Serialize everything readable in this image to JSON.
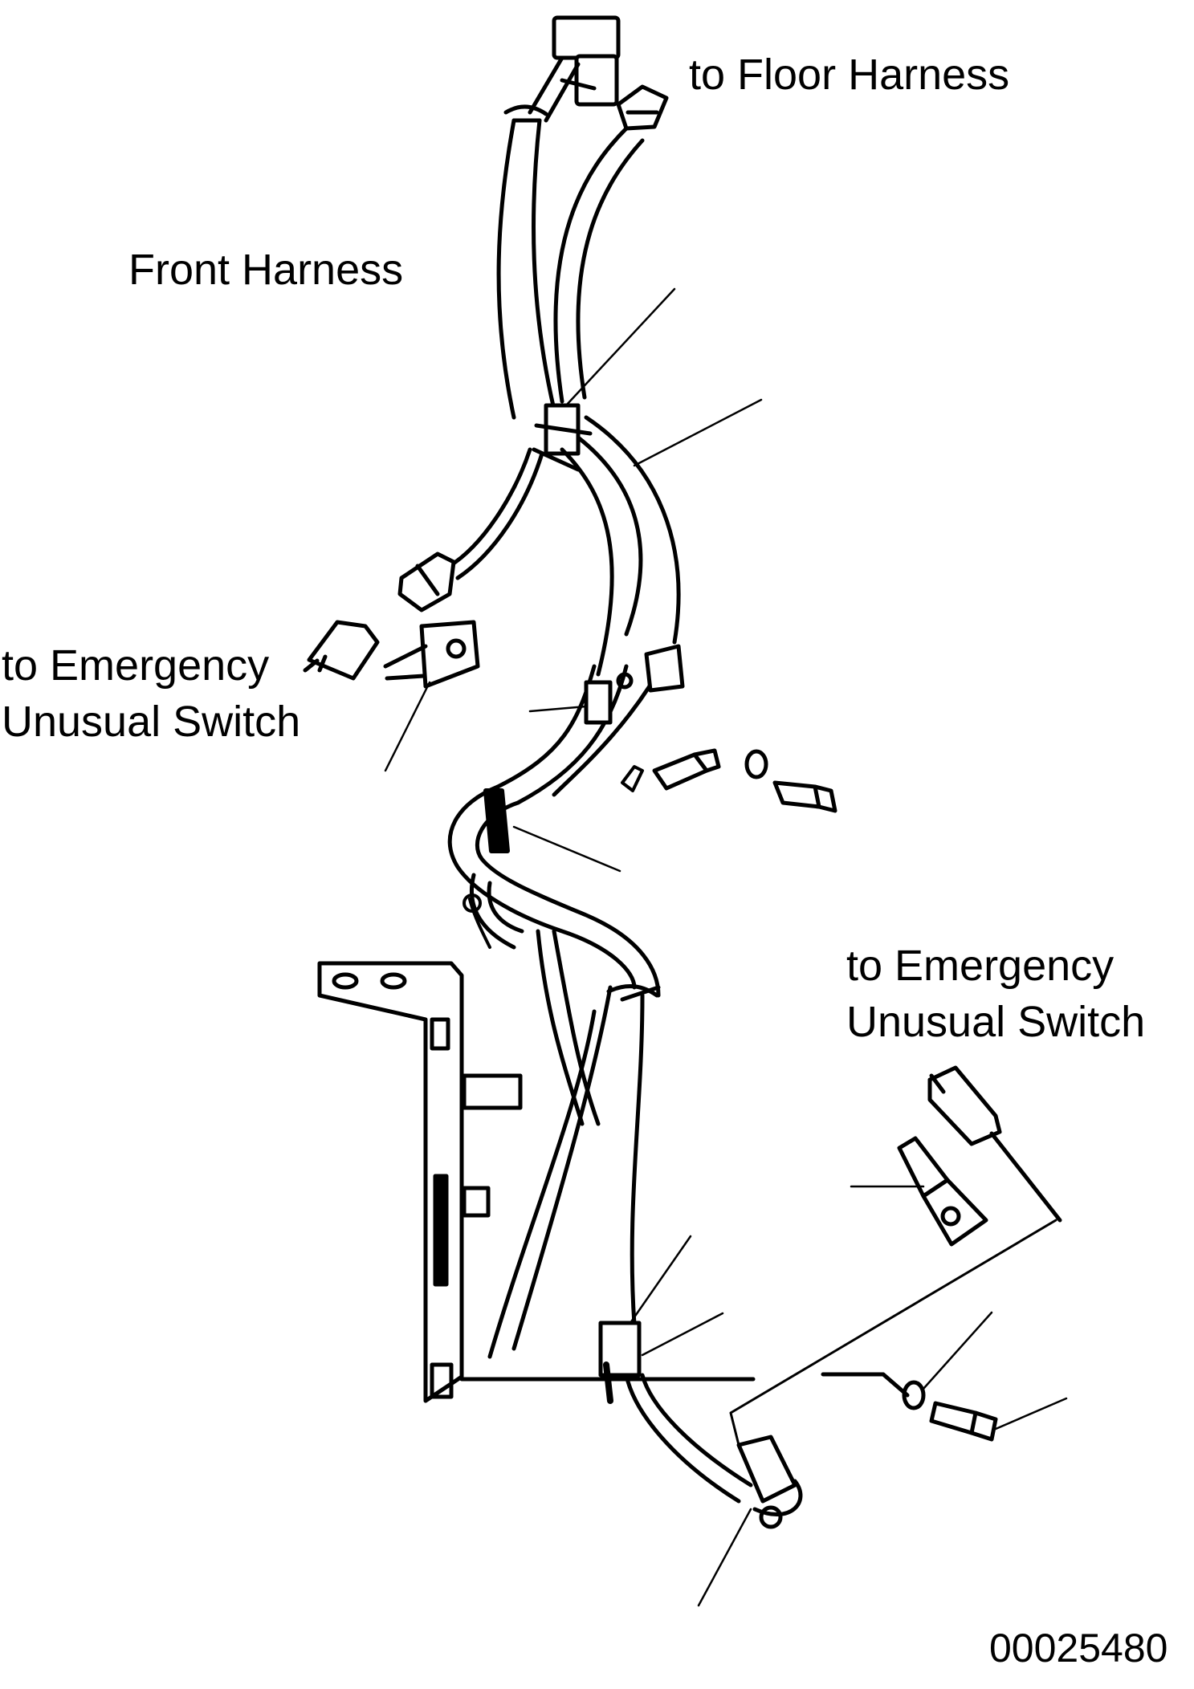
{
  "labels": {
    "to_floor_harness": "to Floor Harness",
    "front_harness": "Front Harness",
    "emergency_switch_left": {
      "line1": "to Emergency",
      "line2": "Unusual Switch"
    },
    "emergency_switch_right": {
      "line1": "to Emergency",
      "line2": "Unusual Switch"
    },
    "figure_code": "00025480"
  },
  "colors": {
    "ink": "#000000",
    "background": "#ffffff"
  }
}
